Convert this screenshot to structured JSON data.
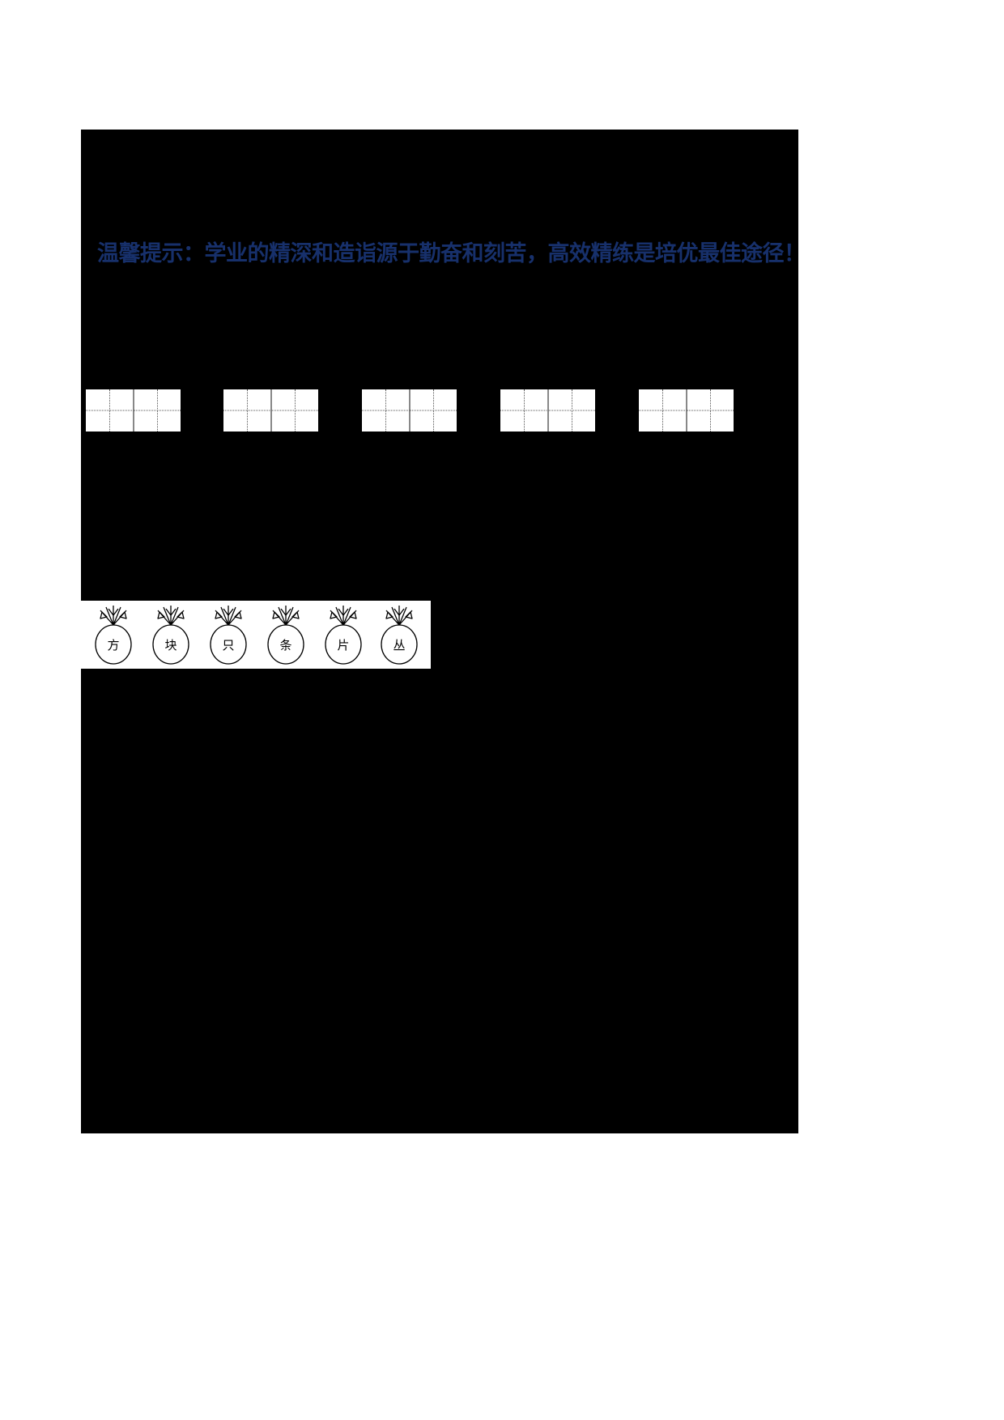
{
  "document": {
    "tip": "温馨提示：学业的精深和造诣源于勤奋和刻苦，高效精练是培优最佳途径！",
    "tip_color": "#17306b",
    "sheet_color": "#000000",
    "page_background": "#ffffff"
  },
  "writing_grids": {
    "count": 5,
    "type": "tianzige",
    "cells": [
      {
        "index": 1,
        "value": ""
      },
      {
        "index": 2,
        "value": ""
      },
      {
        "index": 3,
        "value": ""
      },
      {
        "index": 4,
        "value": ""
      },
      {
        "index": 5,
        "value": ""
      }
    ]
  },
  "measure_words": {
    "icon": "pineapple-icon",
    "items": [
      {
        "index": 1,
        "label": "方"
      },
      {
        "index": 2,
        "label": "块"
      },
      {
        "index": 3,
        "label": "只"
      },
      {
        "index": 4,
        "label": "条"
      },
      {
        "index": 5,
        "label": "片"
      },
      {
        "index": 6,
        "label": "丛"
      }
    ]
  }
}
